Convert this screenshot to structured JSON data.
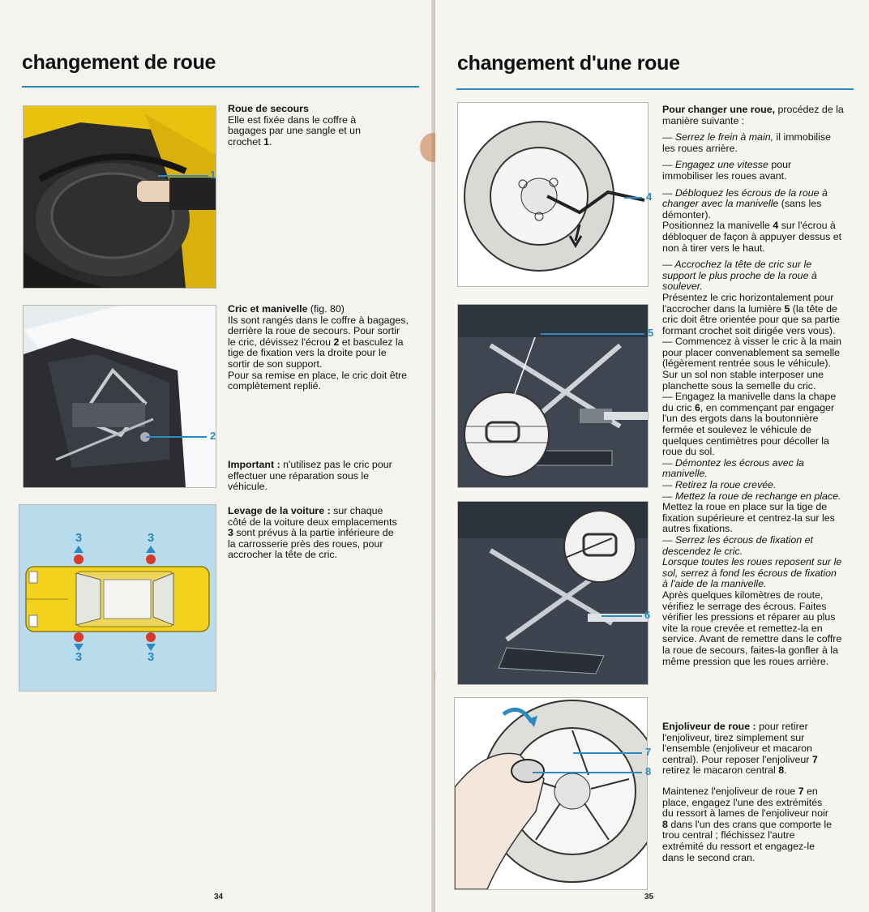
{
  "left_page": {
    "title": "changement de roue",
    "page_number": "34",
    "roue_secours": {
      "heading": "Roue de secours",
      "body": "Elle est fixée dans le coffre à bagages par une sangle et un crochet ",
      "ref": "1",
      "end": "."
    },
    "cric": {
      "heading": "Cric et manivelle",
      "fig": " (fig. 80)",
      "l1": "Ils sont rangés dans le coffre à bagages, derrière la roue de secours. Pour sortir le cric, dévissez l'écrou ",
      "ref": "2",
      "l2": " et basculez la tige de fixation vers la droite pour le sortir de son support.",
      "l3": "Pour sa remise en place, le cric doit être complètement replié."
    },
    "important": {
      "heading": "Important :",
      "body": " n'utilisez pas le cric pour effectuer une réparation sous le véhicule."
    },
    "levage": {
      "heading": "Levage de la voiture :",
      "l1": " sur chaque côté de la voiture deux emplacements ",
      "ref": "3",
      "l2": " sont prévus à la partie inférieure de la carrosserie près des roues, pour accrocher la tête de cric."
    },
    "callouts": {
      "c1": "1",
      "c2": "2",
      "c3": "3"
    }
  },
  "right_page": {
    "title": "changement d'une roue",
    "page_number": "35",
    "intro_b": "Pour changer une roue,",
    "intro": " procédez de la manière suivante :",
    "s1_i": "— Serrez le frein à main,",
    "s1": " il immobilise les roues arrière.",
    "s2_i": "— Engagez une vitesse",
    "s2": " pour immobiliser les roues avant.",
    "s3_i": "— Débloquez les écrous de la roue à changer avec la manivelle",
    "s3": " (sans les démonter).",
    "s3b_a": "Positionnez la manivelle ",
    "s3b_ref": "4",
    "s3b_b": " sur l'écrou à débloquer de façon à appuyer dessus et non à tirer vers le haut.",
    "s4_i": "— Accrochez la tête de cric sur le support le plus proche de la roue à soulever.",
    "s4_a": "Présentez le cric horizontalement pour l'accrocher dans la lumière ",
    "s4_ref": "5",
    "s4_b": " (la tête de cric doit être orientée pour que sa partie formant crochet soit dirigée vers vous).",
    "s5": "— Commencez à visser le cric à la main pour placer convenablement sa semelle (légèrement rentrée sous le véhicule). Sur un sol non stable interposer une planchette sous la semelle du cric.",
    "s6_a": "— Engagez la manivelle dans la chape du cric ",
    "s6_ref": "6",
    "s6_b": ", en commençant par engager l'un des ergots dans la boutonnière fermée et soulevez le véhicule de quelques centimètres pour décoller la roue du sol.",
    "s7_i": "— Démontez les écrous avec la manivelle.",
    "s8_i": "— Retirez la roue crevée.",
    "s9_i": "— Mettez la roue de rechange en place.",
    "s9": "Mettez la roue en place sur la tige de fixation supérieure et centrez-la sur les autres fixations.",
    "s10_i": "— Serrez les écrous de fixation et descendez le cric.",
    "s11_i": "Lorsque toutes les roues reposent sur le sol, serrez à fond les écrous de fixation à l'aide de la manivelle.",
    "s11": "Après quelques kilomètres de route, vérifiez le serrage des écrous. Faites vérifier les pressions et réparer au plus vite la roue crevée et remettez-la en service. Avant de remettre dans le coffre la roue de secours, faites-la gonfler à la même pression que les roues arrière.",
    "enjo_b": "Enjoliveur de roue :",
    "enjo_a": " pour retirer l'enjoliveur, tirez simplement sur l'ensemble (enjoliveur et macaron central). Pour reposer l'enjoliveur ",
    "enjo_ref7": "7",
    "enjo_c": " retirez le macaron central ",
    "enjo_ref8": "8",
    "enjo_d": ".",
    "maint_a": "Maintenez l'enjoliveur de roue ",
    "maint_ref7": "7",
    "maint_b": " en place, engagez l'une des extrémités du ressort à lames de l'enjoliveur noir ",
    "maint_ref8": "8",
    "maint_c": " dans l'un des crans que comporte le trou central ; fléchissez l'autre extrémité du ressort et engagez-le dans le second cran.",
    "callouts": {
      "c4": "4",
      "c5": "5",
      "c6": "6",
      "c7": "7",
      "c8": "8"
    }
  },
  "colors": {
    "accent": "#2e89b8",
    "car_yellow": "#f2d21c",
    "jack_point": "#d33a2c"
  }
}
